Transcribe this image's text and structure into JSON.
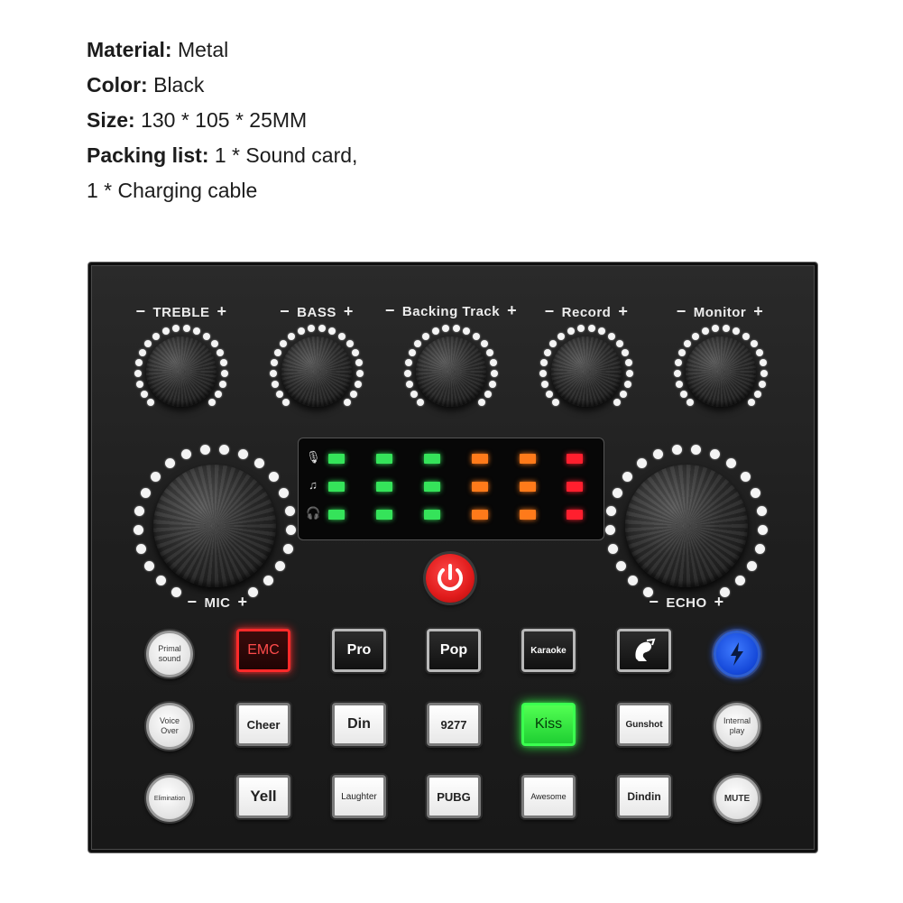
{
  "specs": [
    {
      "key": "Material:",
      "value": " Metal"
    },
    {
      "key": "Color:",
      "value": " Black"
    },
    {
      "key": "Size:",
      "value": " 130 * 105 * 25MM"
    },
    {
      "key": "Packing list:",
      "value": " 1 * Sound card,"
    },
    {
      "key": "",
      "value": "1 * Charging cable"
    }
  ],
  "device": {
    "knobs_top": [
      {
        "label": "TREBLE"
      },
      {
        "label": "BASS"
      },
      {
        "label": "Backing Track"
      },
      {
        "label": "Record"
      },
      {
        "label": "Monitor"
      }
    ],
    "knob_mic": {
      "label": "MIC"
    },
    "knob_echo": {
      "label": "ECHO"
    },
    "minus": "−",
    "plus": "+",
    "meter": {
      "rows": [
        {
          "icon": "mic-icon",
          "glyph": "🎙"
        },
        {
          "icon": "music-list-icon",
          "glyph": "♫"
        },
        {
          "icon": "headphones-icon",
          "glyph": "🎧"
        }
      ],
      "colors": {
        "green": "#35e35a",
        "orange": "#ff7a1a",
        "red": "#ff1f2e"
      }
    },
    "power_icon": "power-icon",
    "lightning_icon": "lightning-icon",
    "effect_icon": "figure-effect-icon",
    "round_buttons": [
      {
        "label": "Primal sound"
      },
      {
        "label": "Voice Over"
      },
      {
        "label": "Elimination"
      },
      {
        "label": "Internal play"
      },
      {
        "label": "MUTE"
      }
    ],
    "square_buttons_row1": [
      "EMC",
      "Pro",
      "Pop",
      "Karaoke"
    ],
    "square_buttons_row2": [
      "Cheer",
      "Din",
      "9277",
      "Kiss",
      "Gunshot"
    ],
    "square_buttons_row3": [
      "Yell",
      "Laughter",
      "PUBG",
      "Awesome",
      "Dindin"
    ]
  }
}
